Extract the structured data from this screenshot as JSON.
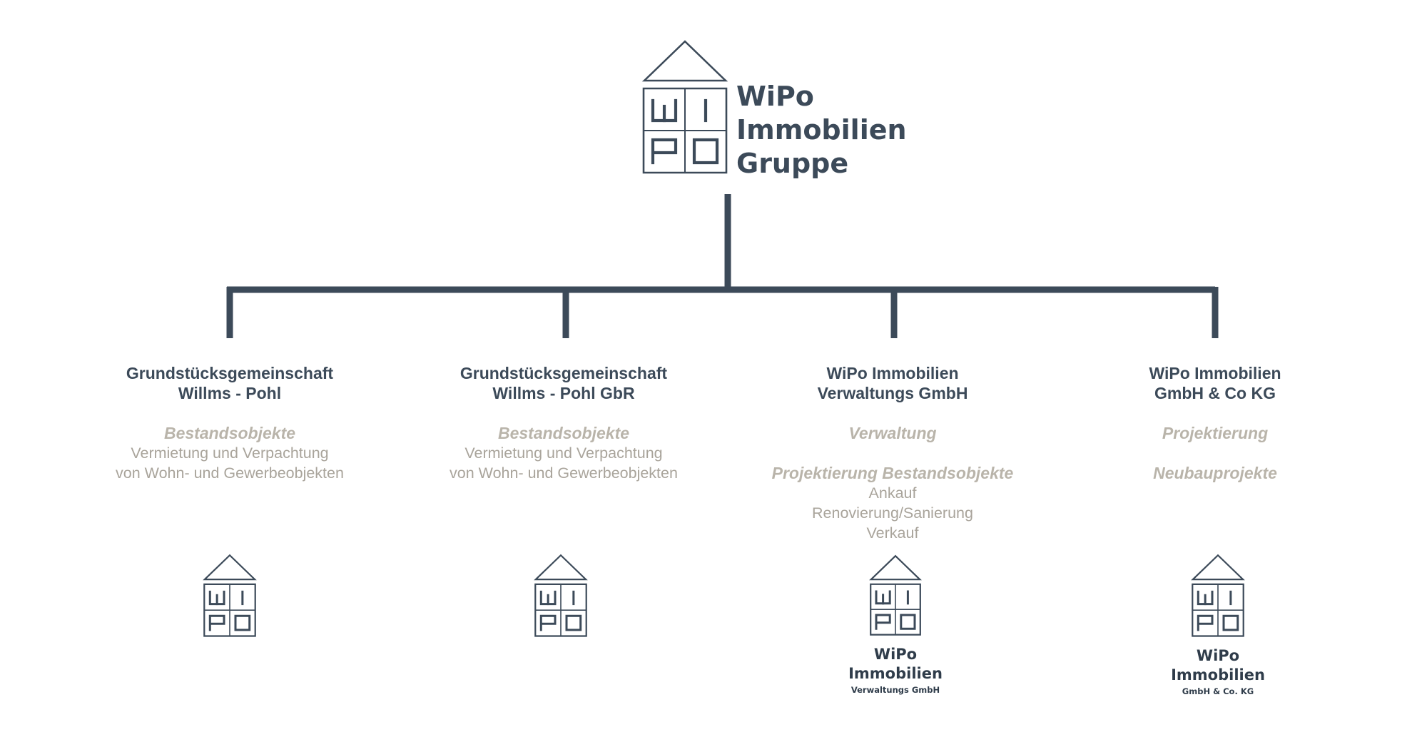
{
  "header": {
    "title_lines": [
      "WiPo",
      "Immobilien",
      "Gruppe"
    ]
  },
  "logo": {
    "letters": [
      "W",
      "I",
      "P",
      "O"
    ]
  },
  "colors": {
    "primary": "#3c4a59",
    "muted": "#b9b4aa",
    "line": "#3c4a59"
  },
  "companies": [
    {
      "name_lines": [
        "Grundstücksgemeinschaft",
        "Willms - Pohl"
      ],
      "blocks": [
        {
          "heading": "Bestandsobjekte",
          "lines": [
            "Vermietung und Verpachtung",
            "von Wohn- und Gewerbeobjekten"
          ]
        }
      ],
      "logo_label": []
    },
    {
      "name_lines": [
        "Grundstücksgemeinschaft",
        "Willms - Pohl GbR"
      ],
      "blocks": [
        {
          "heading": "Bestandsobjekte",
          "lines": [
            "Vermietung und Verpachtung",
            "von Wohn- und Gewerbeobjekten"
          ]
        }
      ],
      "logo_label": []
    },
    {
      "name_lines": [
        "WiPo Immobilien",
        "Verwaltungs GmbH"
      ],
      "blocks": [
        {
          "heading": "Verwaltung",
          "lines": []
        },
        {
          "heading": "Projektierung Bestandsobjekte",
          "lines": [
            "Ankauf",
            "Renovierung/Sanierung",
            "Verkauf"
          ]
        }
      ],
      "logo_label": [
        "WiPo",
        "Immobilien",
        "Verwaltungs GmbH"
      ]
    },
    {
      "name_lines": [
        "WiPo Immobilien",
        "GmbH & Co KG"
      ],
      "blocks": [
        {
          "heading": "Projektierung",
          "lines": []
        },
        {
          "heading": "Neubauprojekte",
          "lines": []
        }
      ],
      "logo_label": [
        "WiPo",
        "Immobilien",
        "GmbH & Co. KG"
      ]
    }
  ]
}
